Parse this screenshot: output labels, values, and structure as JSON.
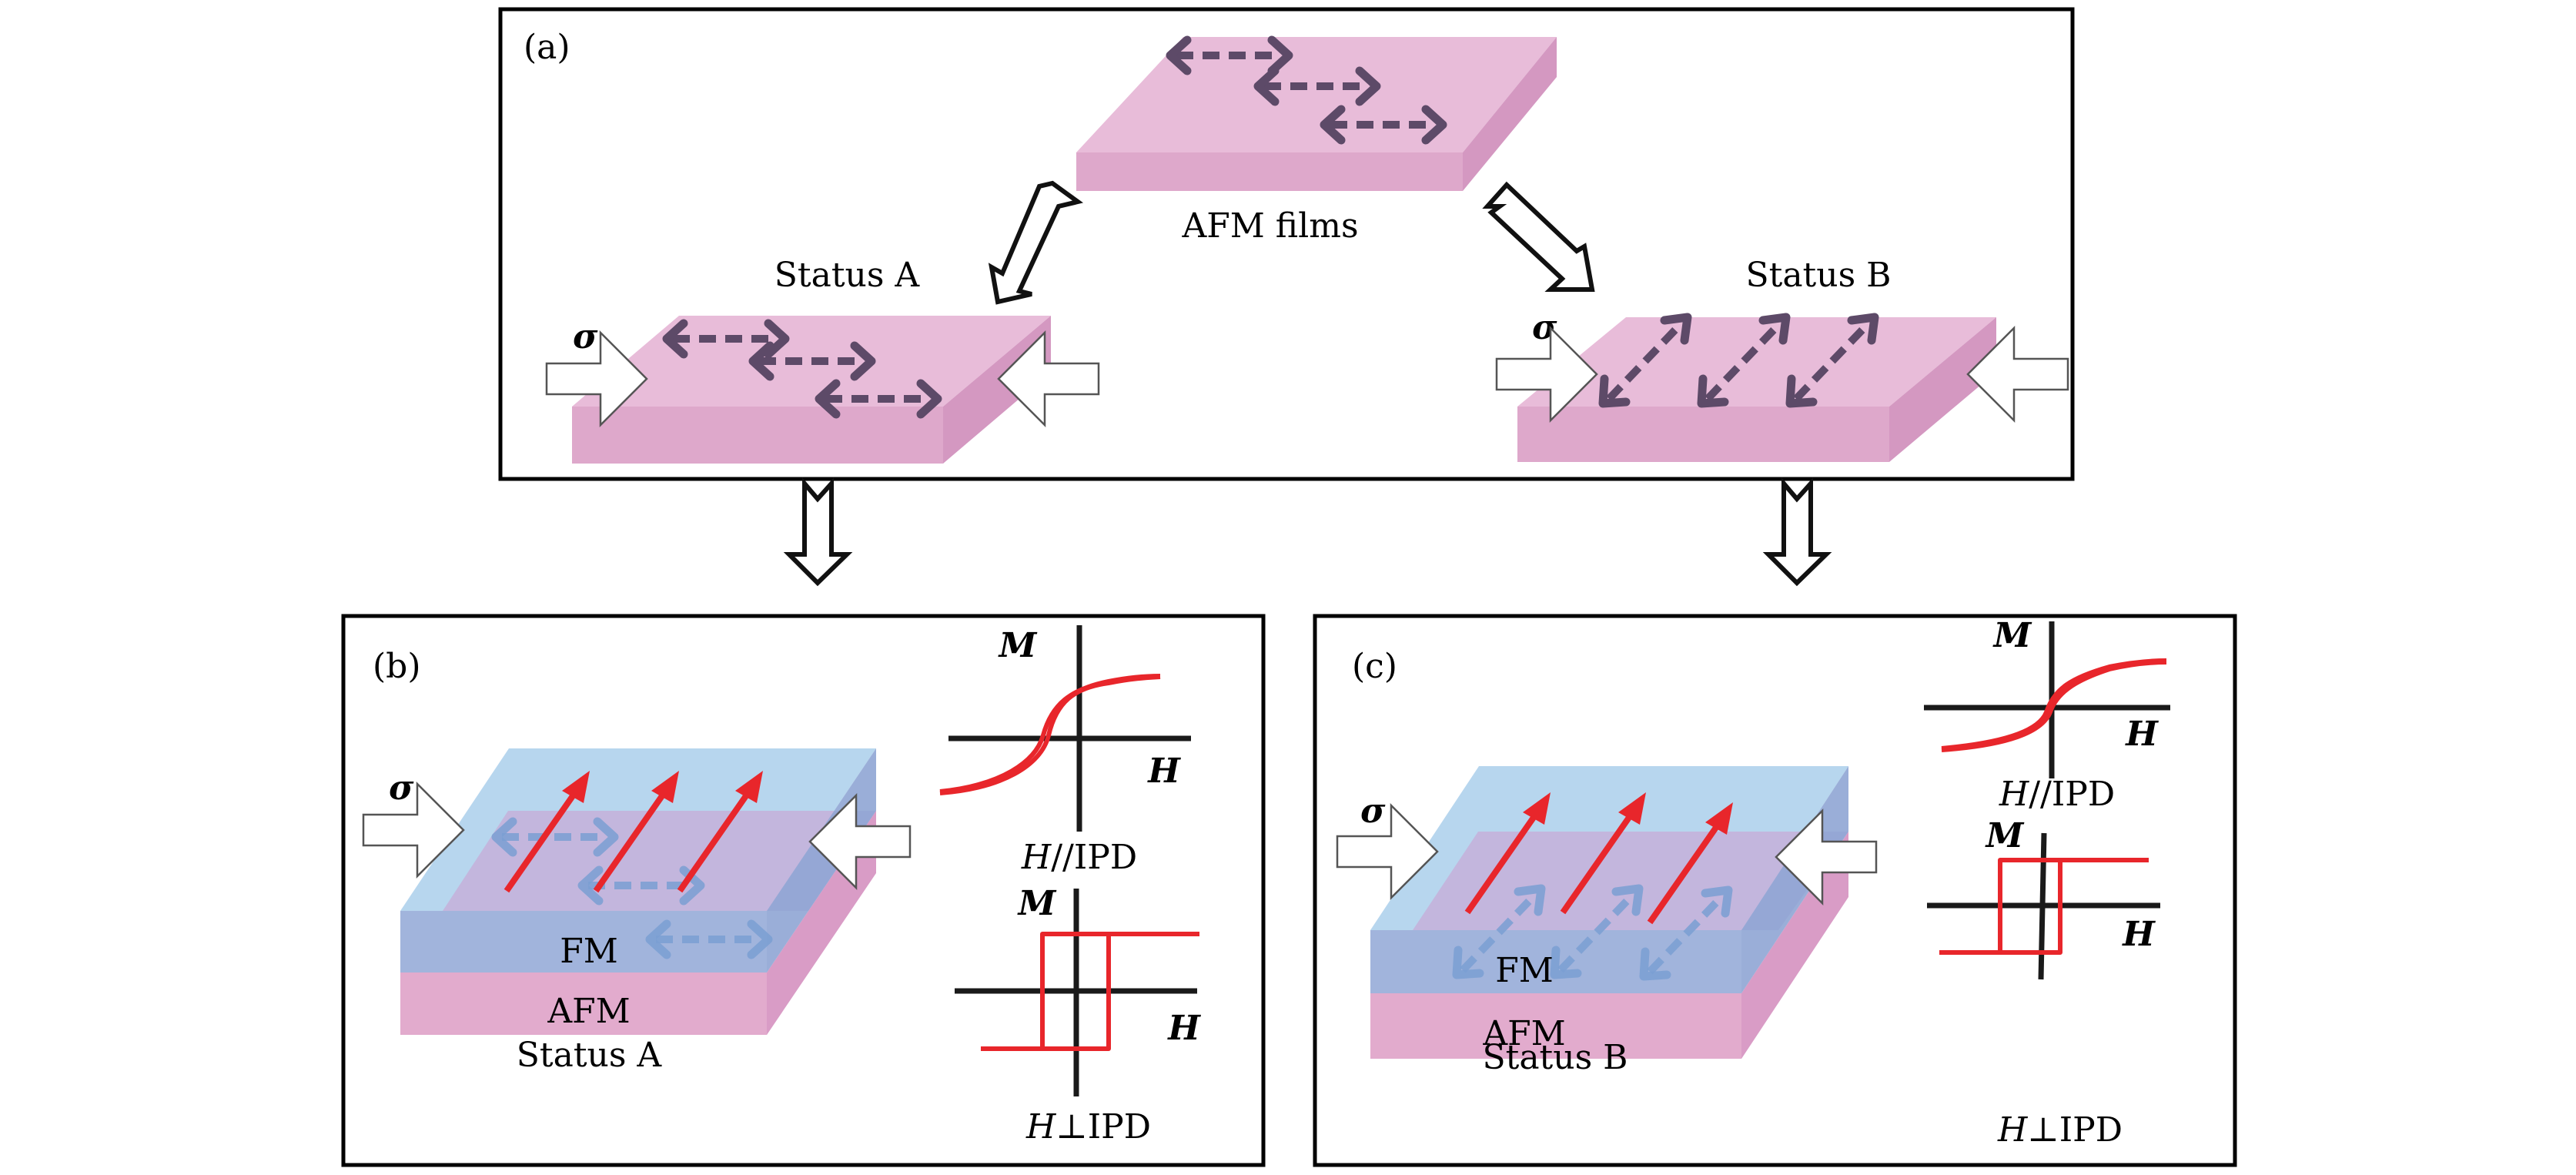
{
  "figure": {
    "panel_a": {
      "label": "(a)",
      "center_caption": "AFM films",
      "left_caption": "Status A",
      "right_caption": "Status B",
      "stress_symbol": "σ"
    },
    "panel_b": {
      "label": "(b)",
      "status_caption": "Status A",
      "layer_top": "FM",
      "layer_bottom": "AFM",
      "stress_symbol": "σ",
      "plot_parallel": {
        "y_label": "M",
        "x_label": "H",
        "caption_var": "H",
        "caption_rest": "//IPD",
        "loop_shape": "hard-axis-like, shifted (exchange bias)"
      },
      "plot_perpendicular": {
        "y_label": "M",
        "x_label": "H",
        "caption_var": "H",
        "caption_rest": "⊥IPD",
        "loop_shape": "square"
      }
    },
    "panel_c": {
      "label": "(c)",
      "status_caption": "Status B",
      "layer_top": "FM",
      "layer_bottom": "AFM",
      "stress_symbol": "σ",
      "plot_parallel": {
        "y_label": "M",
        "x_label": "H",
        "caption_var": "H",
        "caption_rest": "//IPD",
        "loop_shape": "hard-axis-like, centered"
      },
      "plot_perpendicular": {
        "y_label": "M",
        "x_label": "H",
        "caption_var": "H",
        "caption_rest": "⊥IPD",
        "loop_shape": "square"
      }
    },
    "colors": {
      "afm_pink": "#e8bcd9",
      "fm_blue": "#b7d6ee",
      "spin_arrow": "#5d4a68",
      "fm_spin_arrow": "#e8262b",
      "loop_curve": "#e8262b",
      "axis": "#1a1a1a"
    }
  }
}
